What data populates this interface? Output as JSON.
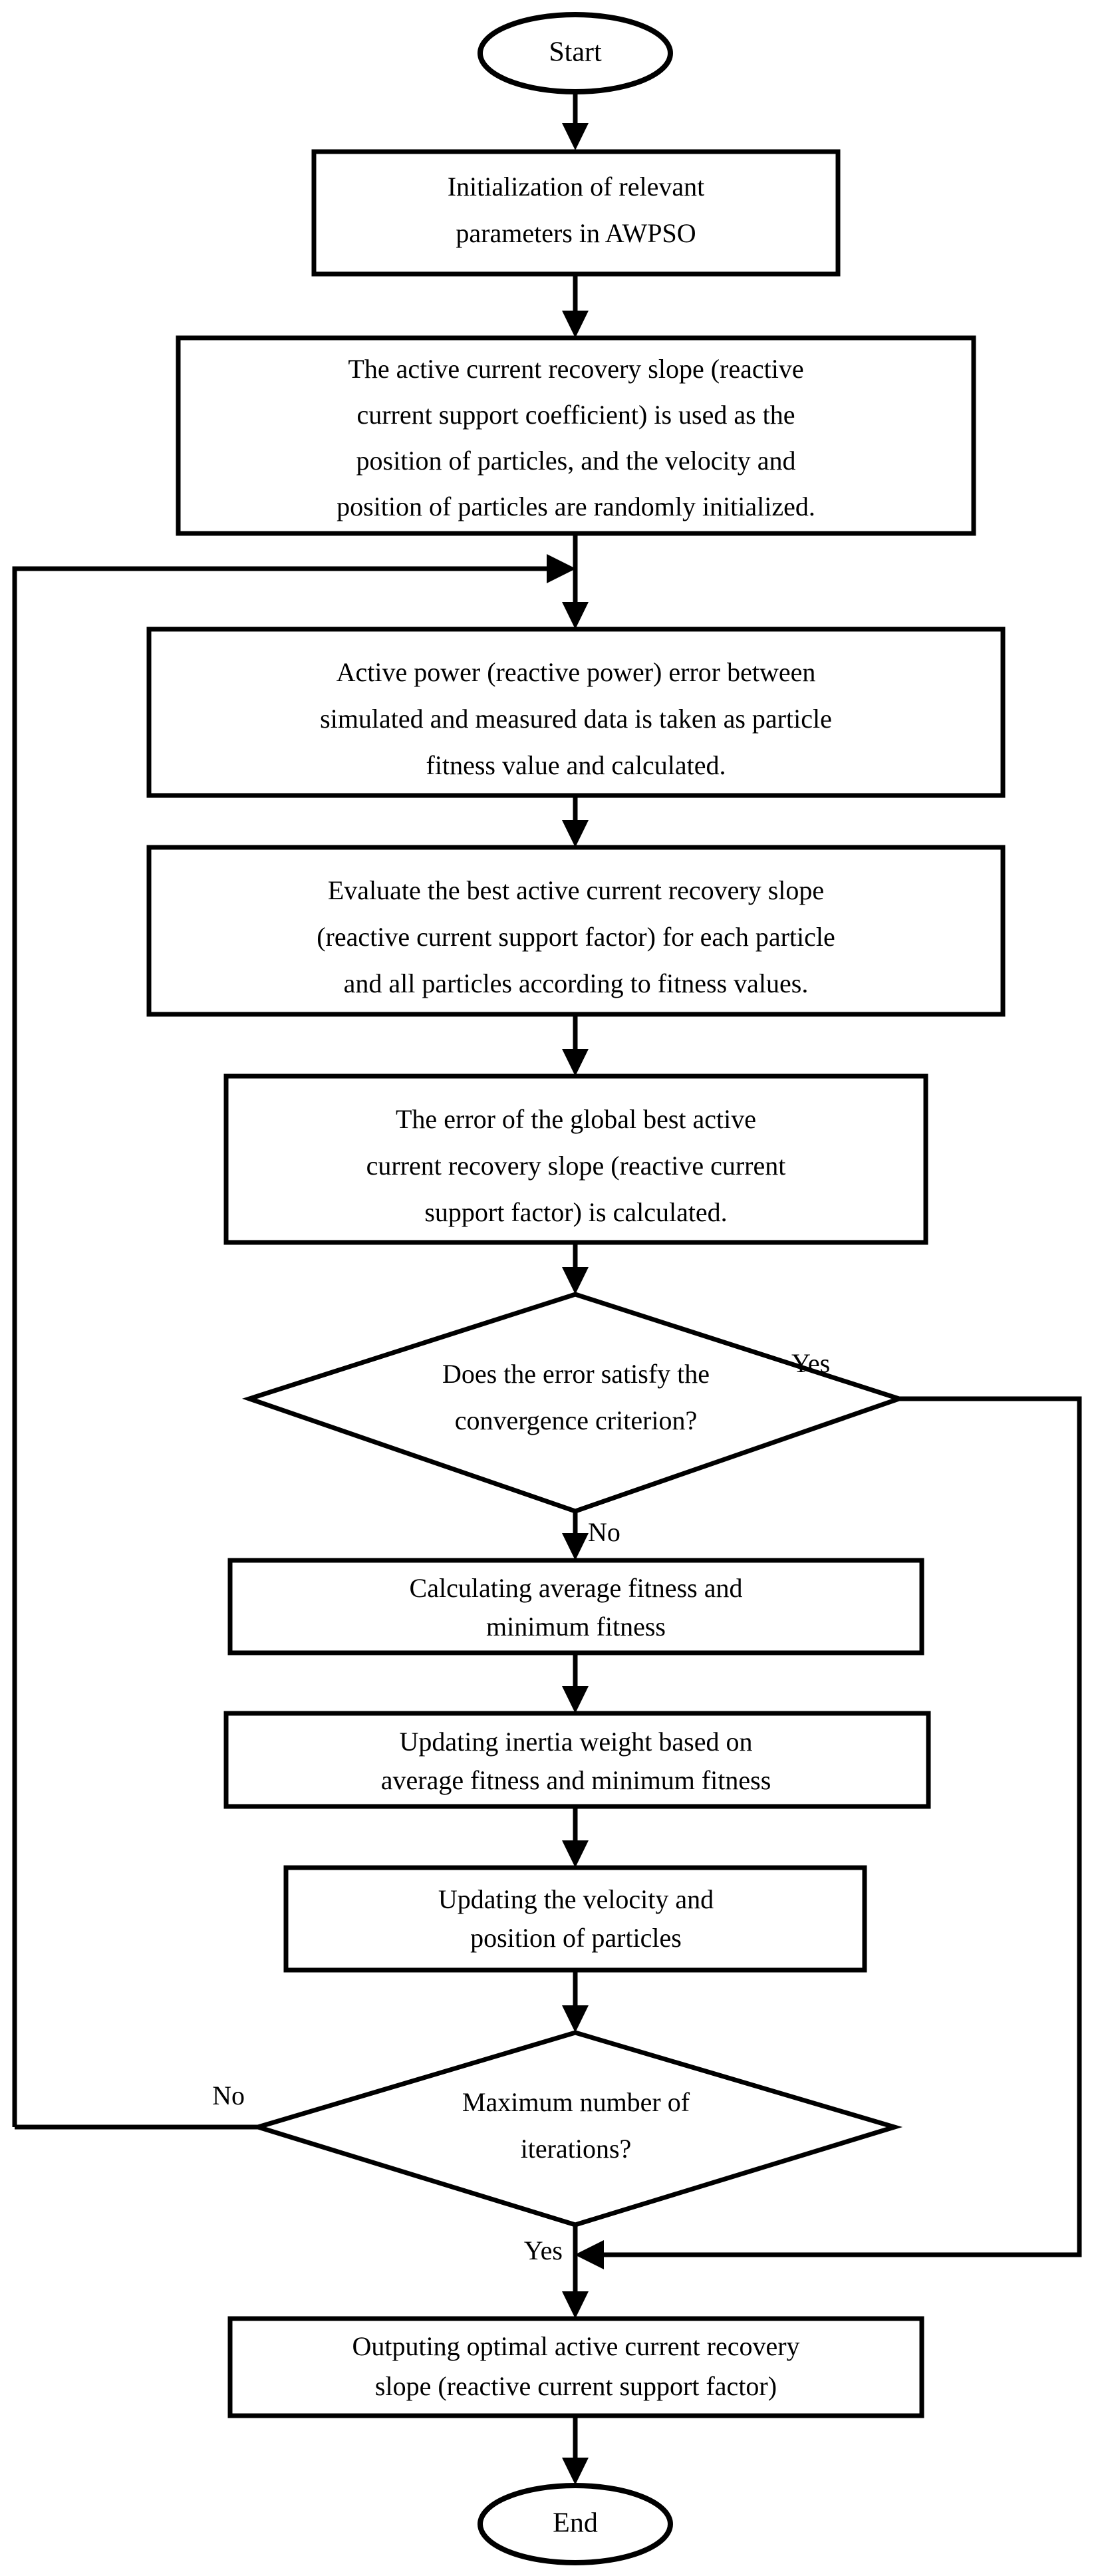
{
  "diagram": {
    "title": "AWPSO parameter identification flowchart",
    "type": "flowchart",
    "colors": {
      "stroke": "#000000",
      "fill": "#ffffff",
      "text": "#000000"
    },
    "nodes": [
      {
        "id": "start",
        "shape": "terminator",
        "lines": [
          "Start"
        ]
      },
      {
        "id": "init-params",
        "shape": "process",
        "lines": [
          "Initialization of relevant",
          "parameters in AWPSO"
        ]
      },
      {
        "id": "init-particles",
        "shape": "process",
        "lines": [
          "The active current recovery slope (reactive",
          "current support coefficient) is used as the",
          "position of particles, and the velocity and",
          "position of particles are randomly initialized."
        ]
      },
      {
        "id": "fitness-calc",
        "shape": "process",
        "lines": [
          "Active power (reactive power) error between",
          "simulated and measured data is taken as particle",
          "fitness value and calculated."
        ]
      },
      {
        "id": "evaluate-best",
        "shape": "process",
        "lines": [
          "Evaluate the best active current recovery slope",
          "(reactive current support factor) for each particle",
          "and all particles according to fitness values."
        ]
      },
      {
        "id": "global-best-error",
        "shape": "process",
        "lines": [
          "The error of the global best active",
          "current recovery slope (reactive current",
          "support factor) is calculated."
        ]
      },
      {
        "id": "convergence-check",
        "shape": "decision",
        "lines": [
          "Does the error satisfy the",
          "convergence criterion?"
        ]
      },
      {
        "id": "avg-min-fitness",
        "shape": "process",
        "lines": [
          "Calculating average fitness and",
          "minimum fitness"
        ]
      },
      {
        "id": "update-inertia",
        "shape": "process",
        "lines": [
          "Updating inertia weight based on",
          "average fitness and minimum fitness"
        ]
      },
      {
        "id": "update-velocity",
        "shape": "process",
        "lines": [
          "Updating the velocity and",
          "position of particles"
        ]
      },
      {
        "id": "max-iterations",
        "shape": "decision",
        "lines": [
          "Maximum number of",
          "iterations?"
        ]
      },
      {
        "id": "output-optimal",
        "shape": "process",
        "lines": [
          "Outputing optimal active current recovery",
          "slope (reactive current support factor)"
        ]
      },
      {
        "id": "end",
        "shape": "terminator",
        "lines": [
          "End"
        ]
      }
    ],
    "edge_labels": {
      "convergence_yes": "Yes",
      "convergence_no": "No",
      "max_iterations_no": "No",
      "max_iterations_yes": "Yes"
    }
  }
}
